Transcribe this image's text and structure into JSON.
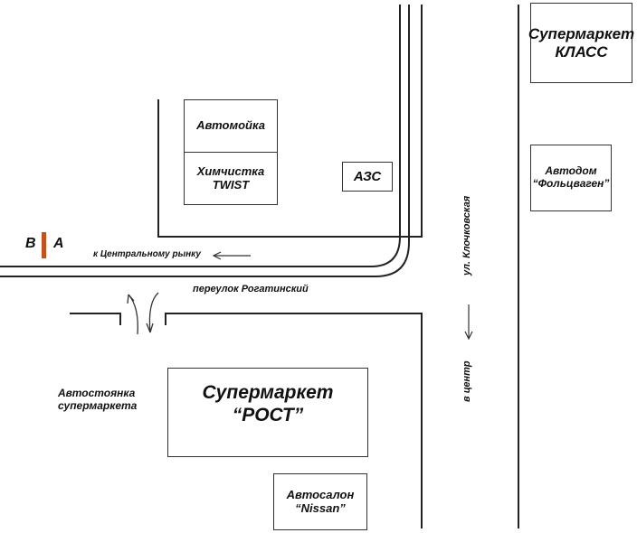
{
  "map": {
    "marker": {
      "left_label": "В",
      "right_label": "А",
      "color": "#c8501e"
    },
    "buildings": {
      "car_wash": "Автомойка",
      "dry_cleaning_line1": "Химчистка",
      "dry_cleaning_line2": "TWIST",
      "gas_station": "АЗС",
      "supermarket_klass_line1": "Супермаркет",
      "supermarket_klass_line2": "КЛАСС",
      "autodom_line1": "Автодом",
      "autodom_line2": "“Фольцваген”",
      "supermarket_rost_line1": "Супермаркет",
      "supermarket_rost_line2": "“РОСТ”",
      "autosalon_line1": "Автосалон",
      "autosalon_line2": "“Nissan”"
    },
    "labels": {
      "to_central_market": "к Центральному рынку",
      "lane_name": "переулок Рогатинский",
      "street_name": "ул. Клочковская",
      "to_center": "в центр",
      "parking_line1": "Автостоянка",
      "parking_line2": "супермаркета"
    },
    "colors": {
      "line": "#222222",
      "box_border": "#333333"
    }
  }
}
